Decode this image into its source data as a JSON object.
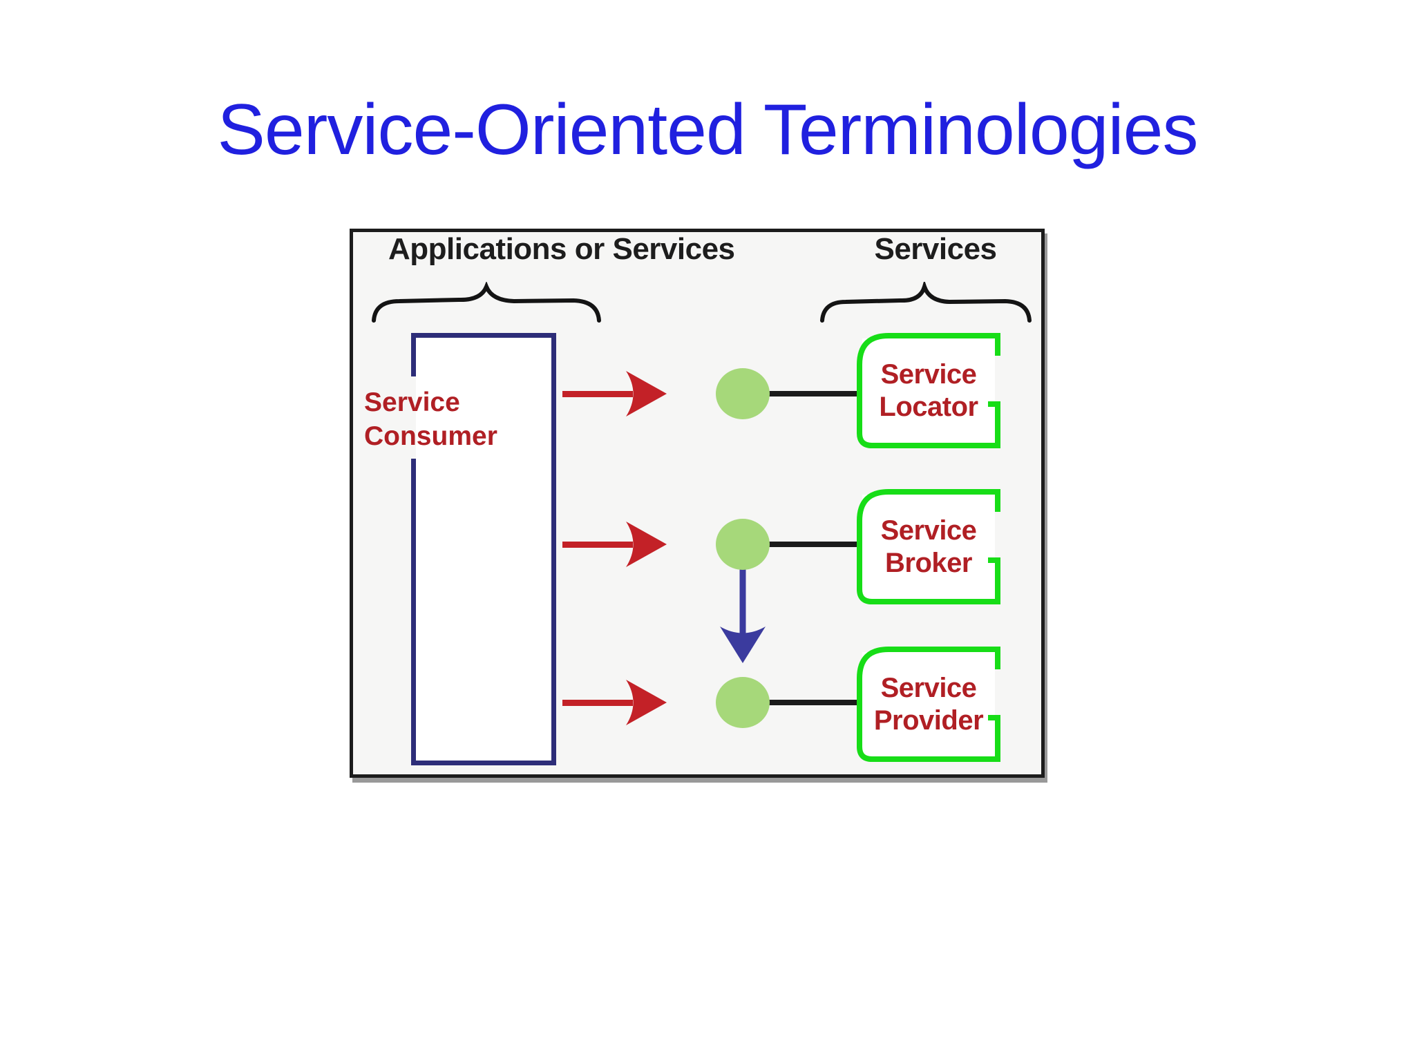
{
  "title": {
    "text": "Service-Oriented Terminologies",
    "color": "#2020df"
  },
  "diagram": {
    "left_group_label": "Applications or Services",
    "right_group_label": "Services",
    "consumer": {
      "lines": [
        "Service",
        "Consumer"
      ]
    },
    "service_boxes": [
      {
        "lines": [
          "Service",
          "Locator"
        ]
      },
      {
        "lines": [
          "Service",
          "Broker"
        ]
      },
      {
        "lines": [
          "Service",
          "Provider"
        ]
      }
    ],
    "icons": {
      "brace": "horizontal-curly-brace",
      "request_arrow": "right-arrow",
      "forward_arrow": "down-arrow",
      "endpoint": "green-dot"
    },
    "colors": {
      "title_blue": "#2020df",
      "frame_border": "#1c1c1c",
      "frame_background": "#f6f6f5",
      "consumer_border_navy": "#2d2d78",
      "label_red": "#b01f24",
      "service_box_green": "#17dd17",
      "endpoint_green": "#a6d87a",
      "request_arrow_red": "#c32127",
      "forward_arrow_blue": "#3b3b9e",
      "group_label_black": "#1d1d1d"
    }
  }
}
